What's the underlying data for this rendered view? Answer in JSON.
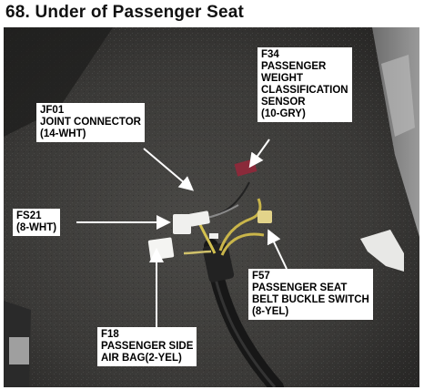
{
  "document": {
    "title": "68. Under of Passenger Seat"
  },
  "callouts": [
    {
      "id": "f34",
      "lines": [
        "F34",
        "PASSENGER",
        "WEIGHT",
        "CLASSIFICATION",
        "SENSOR",
        "(10-GRY)"
      ]
    },
    {
      "id": "jf01",
      "lines": [
        "JF01",
        "JOINT CONNECTOR",
        "(14-WHT)"
      ]
    },
    {
      "id": "fs21",
      "lines": [
        "FS21",
        "(8-WHT)"
      ]
    },
    {
      "id": "f57",
      "lines": [
        "F57",
        "PASSENGER SEAT",
        "BELT BUCKLE SWITCH",
        "(8-YEL)"
      ]
    },
    {
      "id": "f18",
      "lines": [
        "F18",
        "PASSENGER SIDE",
        "AIR BAG(2-YEL)"
      ]
    }
  ],
  "colors": {
    "carpet": "#3e3d3b",
    "harness": "#1c1c1c",
    "wire_yellow": "#c9b54a",
    "connector_red": "#8a2a3a",
    "connector_white": "#f0f0ee"
  }
}
